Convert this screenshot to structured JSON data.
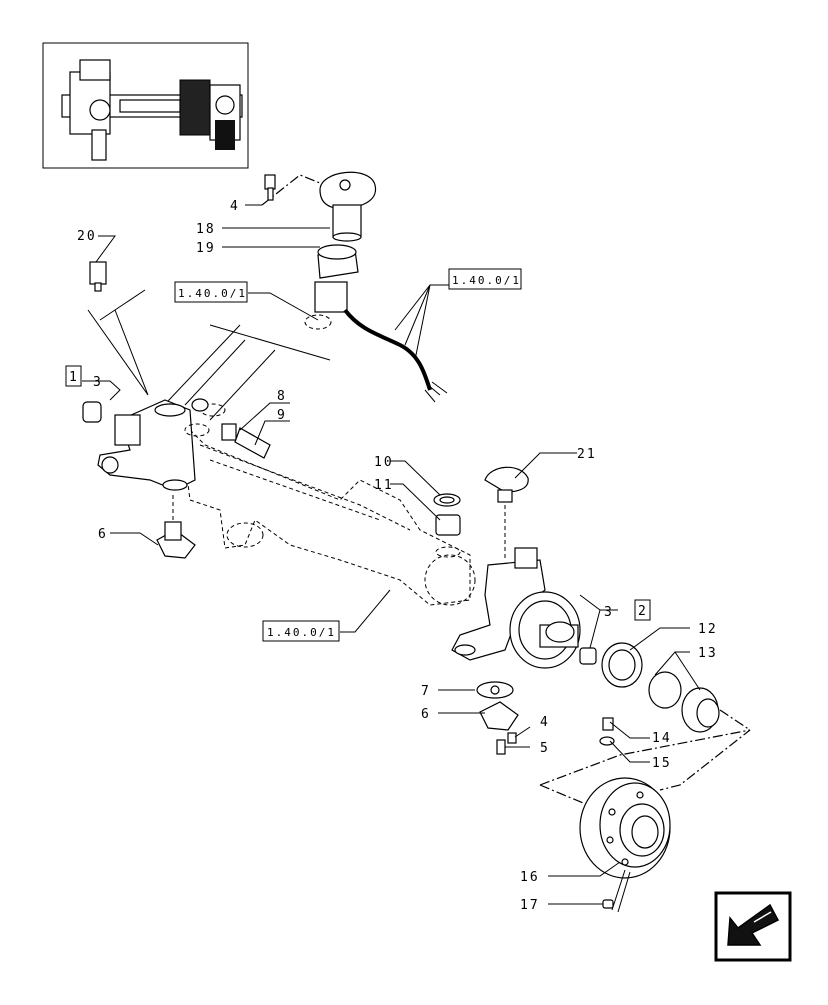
{
  "callouts": {
    "c4a": "4",
    "c18": "18",
    "c19": "19",
    "c20": "20",
    "c3a": "3",
    "c8": "8",
    "c9": "9",
    "c10": "10",
    "c11": "11",
    "c21": "21",
    "c6a": "6",
    "c3b": "3",
    "c12": "12",
    "c13": "13",
    "c7": "7",
    "c6b": "6",
    "c4b": "4",
    "c5": "5",
    "c14": "14",
    "c15": "15",
    "c16": "16",
    "c17": "17"
  },
  "boxed": {
    "b1": "1",
    "b2": "2"
  },
  "refs": {
    "r1": "1.40.0/1",
    "r2": "1.40.0/1",
    "r3": "1.40.0/1"
  },
  "icons": {
    "thumbnail": "axle-overview-thumbnail",
    "nav": "back-arrow-icon"
  }
}
